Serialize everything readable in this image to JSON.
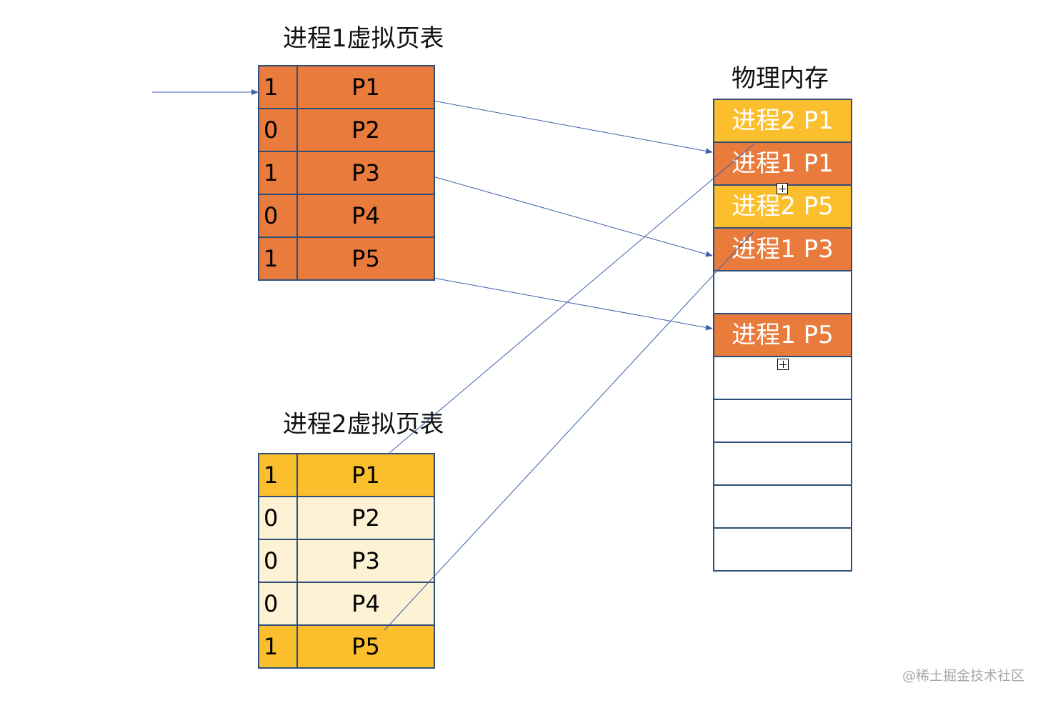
{
  "process1": {
    "title": "进程1虚拟页表",
    "rows": [
      {
        "bit": "1",
        "page": "P1"
      },
      {
        "bit": "0",
        "page": "P2"
      },
      {
        "bit": "1",
        "page": "P3"
      },
      {
        "bit": "0",
        "page": "P4"
      },
      {
        "bit": "1",
        "page": "P5"
      }
    ]
  },
  "process2": {
    "title": "进程2虚拟页表",
    "rows": [
      {
        "bit": "1",
        "page": "P1"
      },
      {
        "bit": "0",
        "page": "P2"
      },
      {
        "bit": "0",
        "page": "P3"
      },
      {
        "bit": "0",
        "page": "P4"
      },
      {
        "bit": "1",
        "page": "P5"
      }
    ]
  },
  "memory": {
    "title": "物理内存",
    "frames": [
      "进程2 P1",
      "进程1 P1",
      "进程2 P5",
      "进程1 P3",
      "",
      "进程1 P5",
      "",
      "",
      "",
      "",
      ""
    ]
  },
  "colors": {
    "process1": "#e97b3c",
    "process2_used": "#fbbf2d",
    "process2_unused": "#fef2d4",
    "border": "#2f4f7a",
    "arrow": "#3a5fa8"
  },
  "watermark": "@稀土掘金技术社区"
}
